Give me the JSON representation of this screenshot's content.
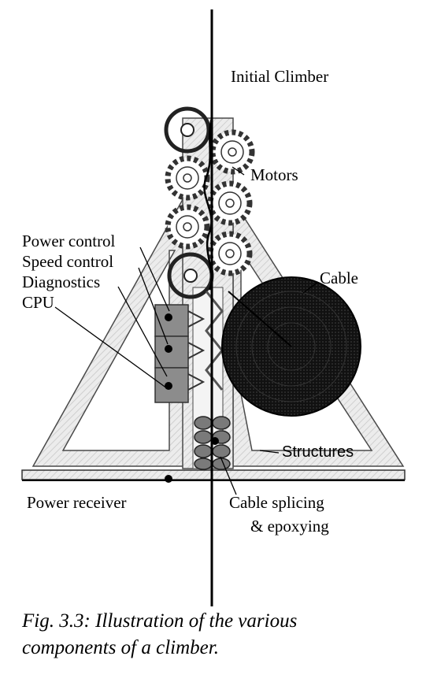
{
  "labels": {
    "initial_climber": "Initial Climber",
    "motors": "Motors",
    "cable": "Cable",
    "power_control": "Power control",
    "speed_control": "Speed control",
    "diagnostics": "Diagnostics",
    "cpu": "CPU",
    "structures": "Structures",
    "power_receiver": "Power  receiver",
    "cable_splicing": "Cable splicing",
    "epoxying": "& epoxying"
  },
  "caption": {
    "line1": "Fig. 3.3: Illustration of the various",
    "line2": "components of a climber."
  },
  "colors": {
    "frame": "#e6e6e6",
    "frame_stroke": "#4a4a4a",
    "control_box": "#8c8c8c",
    "spool": "#1a1a1a",
    "line": "#000000",
    "splice": "#7a7a7a"
  }
}
